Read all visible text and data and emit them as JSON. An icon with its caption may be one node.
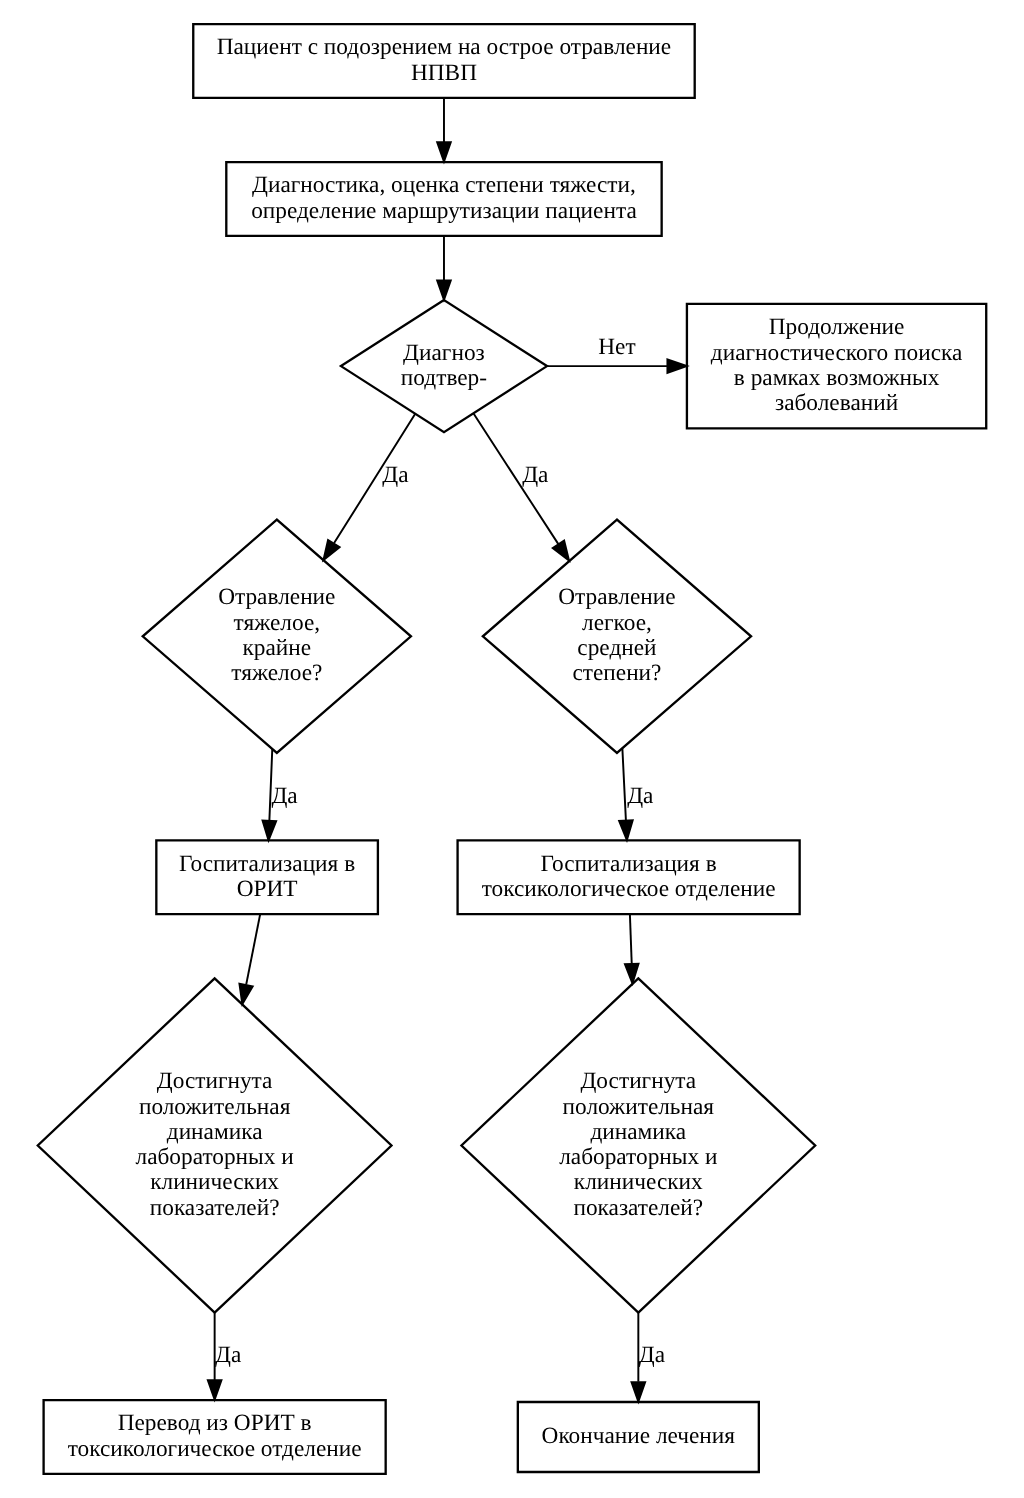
{
  "diagram": {
    "nodes": [
      {
        "text": [
          "Пациент с подозрением на острое отравление НПВП"
        ]
      },
      {
        "text": [
          "Диагностика, оценка степени тяжести, определение маршрутизации пациента"
        ]
      },
      {
        "text": [
          "Диагноз подтвер-"
        ]
      },
      {
        "text": [
          "Продолжение диагностического поиска в рамках возможных заболеваний"
        ]
      },
      {
        "text": [
          "Отравление тяжелое, крайне тяжелое?"
        ]
      },
      {
        "text": [
          "Отравление легкое, средней степени?"
        ]
      },
      {
        "text": [
          "Госпитализация в ОРИТ"
        ]
      },
      {
        "text": [
          "Госпитализация в токсикологическое отделение"
        ]
      },
      {
        "text": [
          "Достигнута положительная динамика лабораторных и клинических показателей?"
        ]
      },
      {
        "text": [
          "Достигнута положительная динамика лабораторных и клинических показателей?"
        ]
      },
      {
        "text": [
          "Перевод из ОРИТ в токсикологическое отделение"
        ]
      },
      {
        "text": [
          "Окончание лечения"
        ]
      }
    ],
    "edges": [
      {
        "from": 0,
        "to": 1,
        "arrow": "to"
      },
      {
        "from": 1,
        "to": 2,
        "arrow": "to"
      },
      {
        "from": 2,
        "to": 3,
        "arrow": "to",
        "label": "Нет"
      },
      {
        "from": 2,
        "to": 4,
        "arrow": "to",
        "label": "Да"
      },
      {
        "from": 2,
        "to": 5,
        "arrow": "to",
        "label": "Да"
      },
      {
        "from": 4,
        "to": 6,
        "arrow": "to",
        "label": "Да"
      },
      {
        "from": 5,
        "to": 7,
        "arrow": "to",
        "label": "Да"
      },
      {
        "from": 6,
        "to": 8,
        "arrow": "to"
      },
      {
        "from": 7,
        "to": 9,
        "arrow": "to"
      },
      {
        "from": 8,
        "to": 10,
        "arrow": "to",
        "label": "Да"
      },
      {
        "from": 9,
        "to": 11,
        "arrow": "to",
        "label": "Да"
      }
    ]
  }
}
